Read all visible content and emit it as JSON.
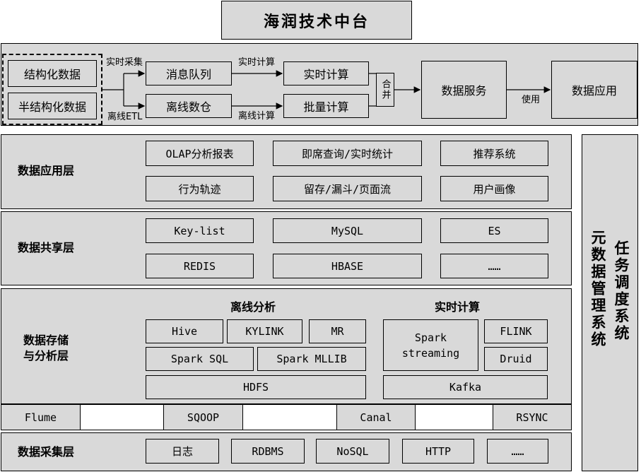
{
  "title": "海润技术中台",
  "flow": {
    "sources": [
      "结构化数据",
      "半结构化数据"
    ],
    "realtime_collect": "实时采集",
    "offline_etl": "离线ETL",
    "message_queue": "消息队列",
    "offline_warehouse": "离线数仓",
    "realtime_compute_label": "实时计算",
    "offline_compute_label": "离线计算",
    "realtime_compute": "实时计算",
    "batch_compute": "批量计算",
    "merge": "合并",
    "data_service": "数据服务",
    "use": "使用",
    "data_app": "数据应用"
  },
  "layers": {
    "app": {
      "label": "数据应用层",
      "items": [
        "OLAP分析报表",
        "即席查询/实时统计",
        "推荐系统",
        "行为轨迹",
        "留存/漏斗/页面流",
        "用户画像"
      ]
    },
    "share": {
      "label": "数据共享层",
      "items": [
        "Key-list",
        "MySQL",
        "ES",
        "REDIS",
        "HBASE",
        "……"
      ]
    },
    "storage": {
      "label_line1": "数据存储",
      "label_line2": "与分析层",
      "offline_title": "离线分析",
      "realtime_title": "实时计算",
      "offline_items": [
        "Hive",
        "KYLINK",
        "MR",
        "Spark SQL",
        "Spark MLLIB",
        "HDFS"
      ],
      "realtime_items": [
        "Spark\nstreaming",
        "FLINK",
        "Druid",
        "Kafka"
      ]
    },
    "transport": [
      "Flume",
      "SQOOP",
      "Canal",
      "RSYNC"
    ],
    "collect": {
      "label": "数据采集层",
      "items": [
        "日志",
        "RDBMS",
        "NoSQL",
        "HTTP",
        "……"
      ]
    }
  },
  "side": {
    "metadata": "元数据管理系统",
    "scheduler": "任务调度系统"
  }
}
